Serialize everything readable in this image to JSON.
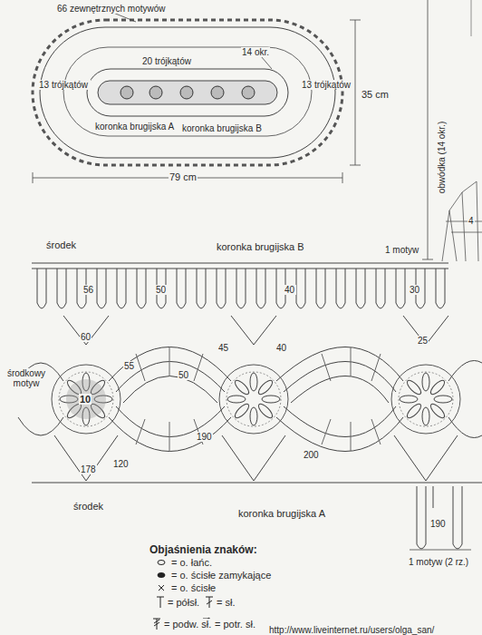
{
  "diagram": {
    "labels": [
      "66 zewnętrznych motywów",
      "20 trójkątów",
      "14 okr.",
      "13 trójkątów",
      "13 trójkątów",
      "koronka brugijska A",
      "koronka brugijska B",
      "35 cm",
      "79 cm",
      "obwódka (14 okr.)",
      "4",
      "środek",
      "koronka brugijska B",
      "1 motyw",
      "56",
      "50",
      "40",
      "30",
      "60",
      "45",
      "40",
      "25",
      "55",
      "50",
      "środkowy motyw",
      "10",
      "190",
      "200",
      "178",
      "120",
      "środek",
      "koronka brugijska A",
      "190",
      "1 motyw (2 rz.)",
      "Objaśnienia znaków:",
      "http://www.liveinternet.ru/users/olga_san/"
    ],
    "legend": [
      {
        "text": "= o. łańc."
      },
      {
        "text": "= o. ścisłe zamykające"
      },
      {
        "text": "= o. ścisłe"
      },
      {
        "text": "= półsł."
      },
      {
        "text": "= sł."
      },
      {
        "text": "= podw. sł."
      },
      {
        "text": "= potr. sł."
      }
    ]
  }
}
